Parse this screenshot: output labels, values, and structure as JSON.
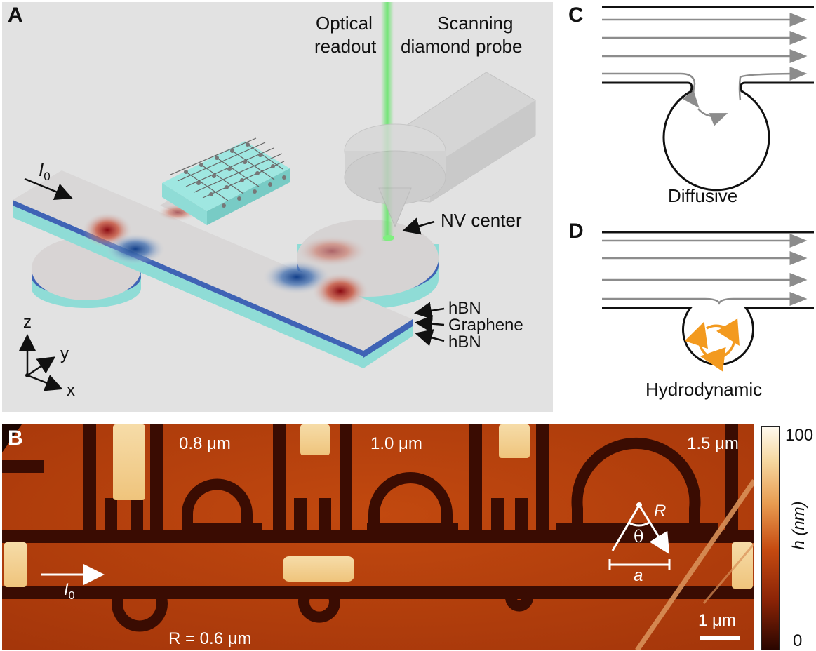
{
  "panels": {
    "a": {
      "letter": "A",
      "optical_readout": [
        "Optical",
        "readout"
      ],
      "probe": [
        "Scanning",
        "diamond probe"
      ],
      "nv_center": "NV center",
      "current": "I",
      "current_sub": "0",
      "layers": [
        "hBN",
        "Graphene",
        "hBN"
      ],
      "axes": {
        "z": "z",
        "y": "y",
        "x": "x"
      }
    },
    "b": {
      "letter": "B",
      "sizes": [
        "0.8 μm",
        "1.0 μm",
        "1.5 μm"
      ],
      "r_label": "R = 0.6 μm",
      "current": "I",
      "current_sub": "0",
      "inset": {
        "r": "R",
        "theta": "θ",
        "a": "a"
      },
      "scalebar": "1 μm",
      "colorbar": {
        "max": "100",
        "min": "0",
        "label": "h (nm)"
      }
    },
    "c": {
      "letter": "C",
      "caption": "Diffusive"
    },
    "d": {
      "letter": "D",
      "caption": "Hydrodynamic"
    }
  },
  "colors": {
    "panel_a_bg": "#e2e2e2",
    "hbn": "#8fdcd6",
    "graphene": "#3f63b5",
    "afm_dark": "#2a0600",
    "afm_mid": "#b23a08",
    "afm_light": "#fbeccd",
    "flow_arrow": "#8c8c8c",
    "vortex": "#f39a1f",
    "laser": "#66e56a"
  }
}
